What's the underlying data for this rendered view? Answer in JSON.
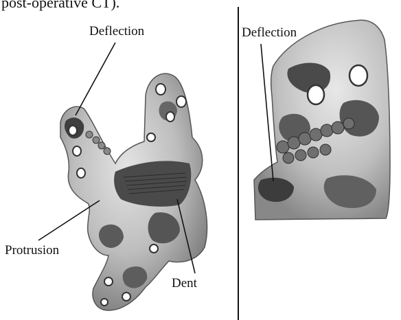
{
  "caption": {
    "fragment": "post-operative CT)."
  },
  "figure": {
    "left_panel": {
      "labels": {
        "deflection": "Deflection",
        "protrusion": "Protrusion",
        "dent": "Dent"
      }
    },
    "right_panel": {
      "labels": {
        "deflection": "Deflection"
      }
    }
  }
}
